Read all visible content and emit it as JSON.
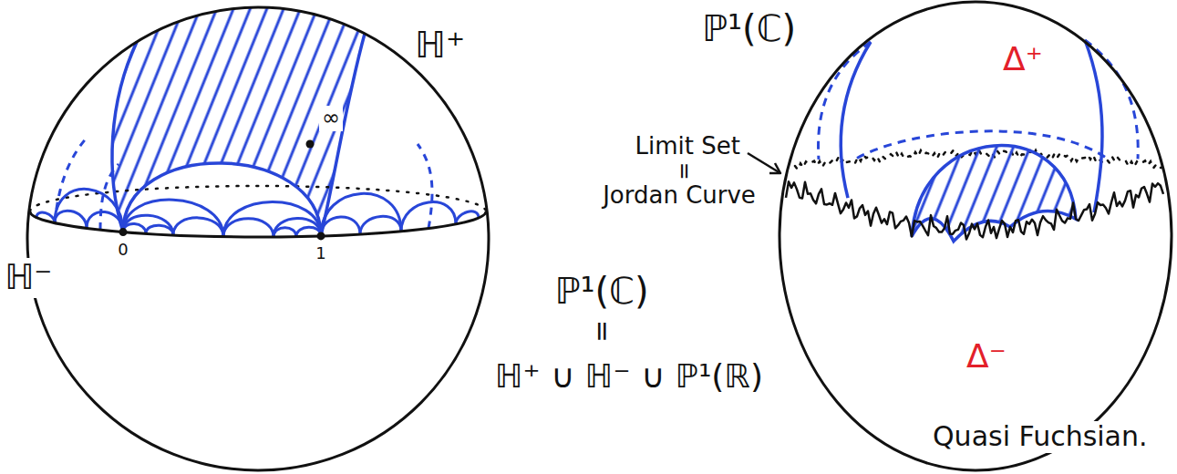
{
  "diagram": {
    "labels": [
      "ℍ⁺",
      "∞",
      "0",
      "1",
      "ℍ⁻",
      "ℙ¹(ℂ)",
      "=",
      "ℍ⁺ ∪ ℍ⁻ ∪ ℙ¹(ℝ)",
      "ℙ¹(ℂ)",
      "Δ⁺",
      "Limit Set",
      "=",
      "Jordan Curve",
      "Δ⁻",
      "Quasi Fuchsian."
    ]
  }
}
